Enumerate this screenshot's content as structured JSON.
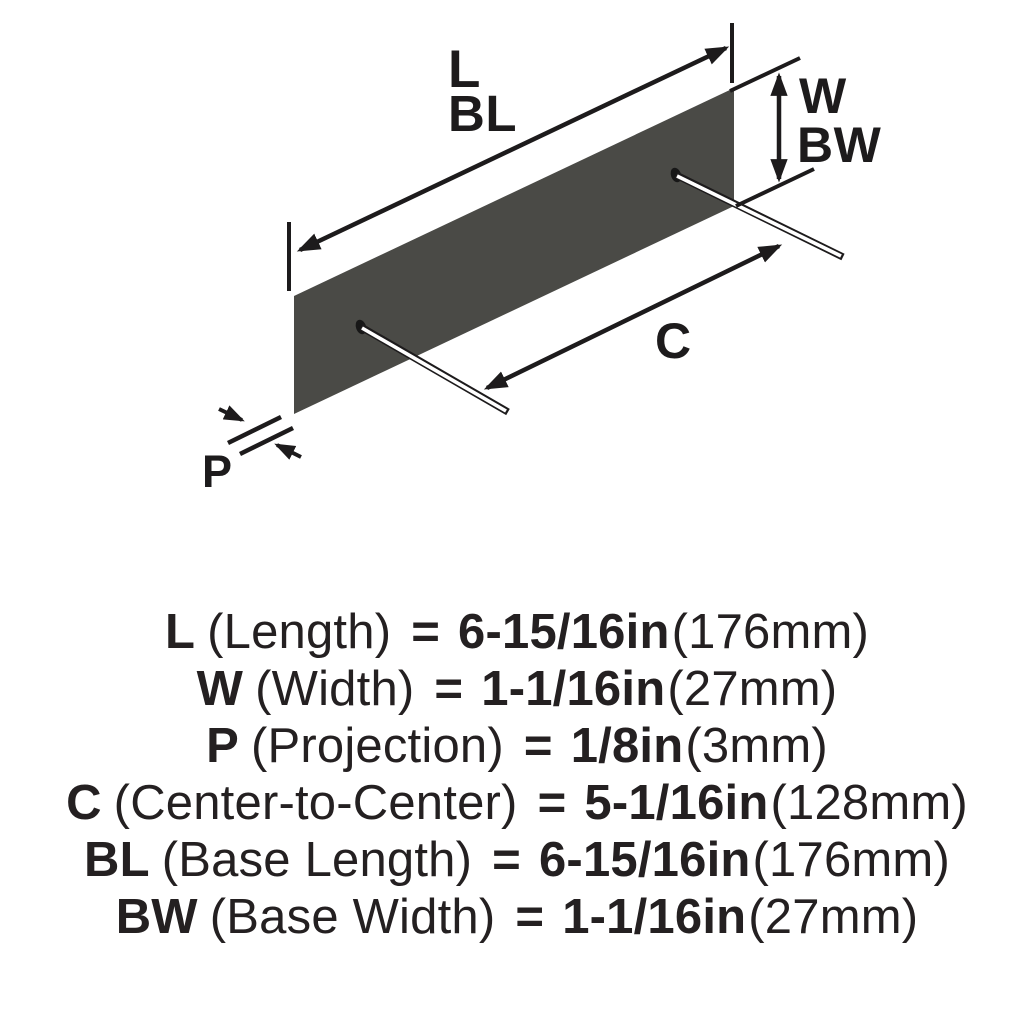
{
  "diagram": {
    "labels": {
      "length": "L",
      "base_length": "BL",
      "width": "W",
      "base_width": "BW",
      "center_to_center": "C",
      "projection": "P"
    }
  },
  "spec_list": {
    "rows": [
      {
        "code": "L",
        "name": "(Length)",
        "equals": "=",
        "value": "6-15/16in",
        "metric": "(176mm)"
      },
      {
        "code": "W",
        "name": "(Width)",
        "equals": "=",
        "value": "1-1/16in",
        "metric": "(27mm)"
      },
      {
        "code": "P",
        "name": "(Projection)",
        "equals": "=",
        "value": "1/8in",
        "metric": "(3mm)"
      },
      {
        "code": "C",
        "name": "(Center-to-Center)",
        "equals": "=",
        "value": "5-1/16in",
        "metric": "(128mm)"
      },
      {
        "code": "BL",
        "name": "(Base Length)",
        "equals": "=",
        "value": "6-15/16in",
        "metric": "(176mm)"
      },
      {
        "code": "BW",
        "name": "(Base Width)",
        "equals": "=",
        "value": "1-1/16in",
        "metric": "(27mm)"
      }
    ]
  },
  "colors": {
    "background": "#ffffff",
    "plate": "#4a4a46",
    "line": "#1d1b1c",
    "text": "#242021"
  }
}
